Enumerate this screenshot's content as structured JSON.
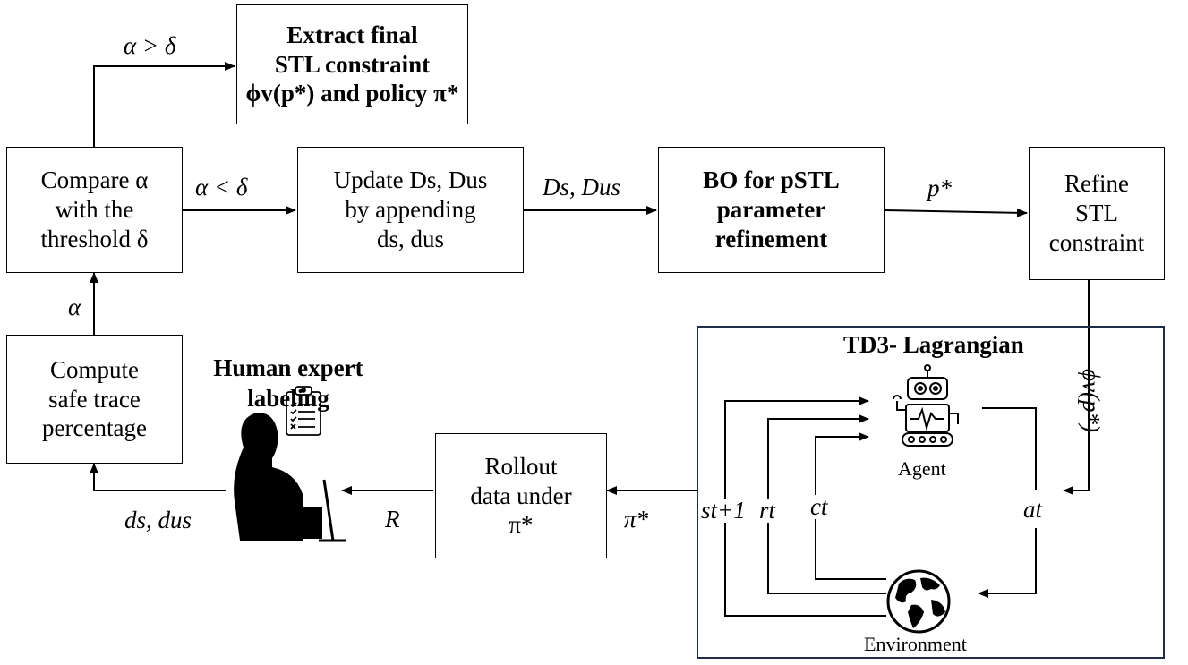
{
  "boxes": {
    "extract": [
      "Extract final",
      "STL constraint",
      "ϕv(p*) and policy π*"
    ],
    "compare": [
      "Compare α",
      "with the",
      "threshold δ"
    ],
    "update": [
      "Update Ds, Dus",
      "by appending",
      "ds, dus"
    ],
    "bo": [
      "BO for pSTL",
      "parameter",
      "refinement"
    ],
    "refine": [
      "Refine",
      "STL",
      "constraint"
    ],
    "compute": [
      "Compute",
      "safe trace",
      "percentage"
    ],
    "rollout": [
      "Rollout",
      "data under",
      "π*"
    ]
  },
  "edge_labels": {
    "alpha_gt_delta": "α > δ",
    "alpha_lt_delta": "α < δ",
    "ds_dus_to_bo": "Ds, Dus",
    "p_star": "p*",
    "alpha": "α",
    "phi_v_p_star": "ϕv(p*)",
    "pi_star": "π*",
    "reward": "R",
    "ds_dus_labels": "ds, dus",
    "s_t1": "st+1",
    "r_t": "rt",
    "c_t": "ct",
    "a_t": "at"
  },
  "td3": {
    "title": "TD3- Lagrangian",
    "agent_label": "Agent",
    "environment_label": "Environment"
  },
  "human": {
    "title": [
      "Human expert",
      "labeling"
    ]
  }
}
